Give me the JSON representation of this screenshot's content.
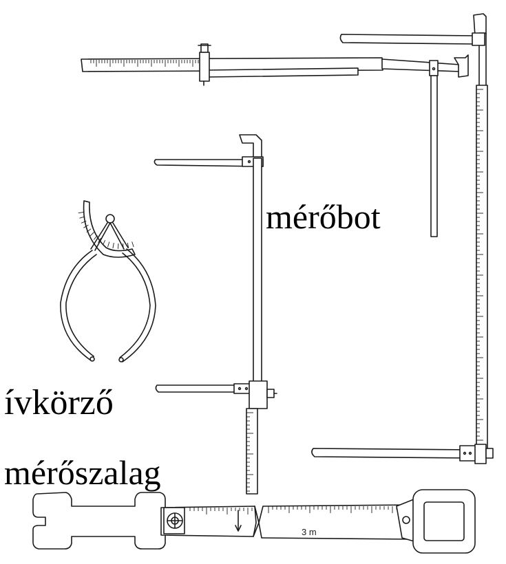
{
  "labels": {
    "merobot": "mérőbot",
    "ivkorzo": "ívkörző",
    "meroszalag": "mérőszalag"
  },
  "tape_marking": "3 m"
}
